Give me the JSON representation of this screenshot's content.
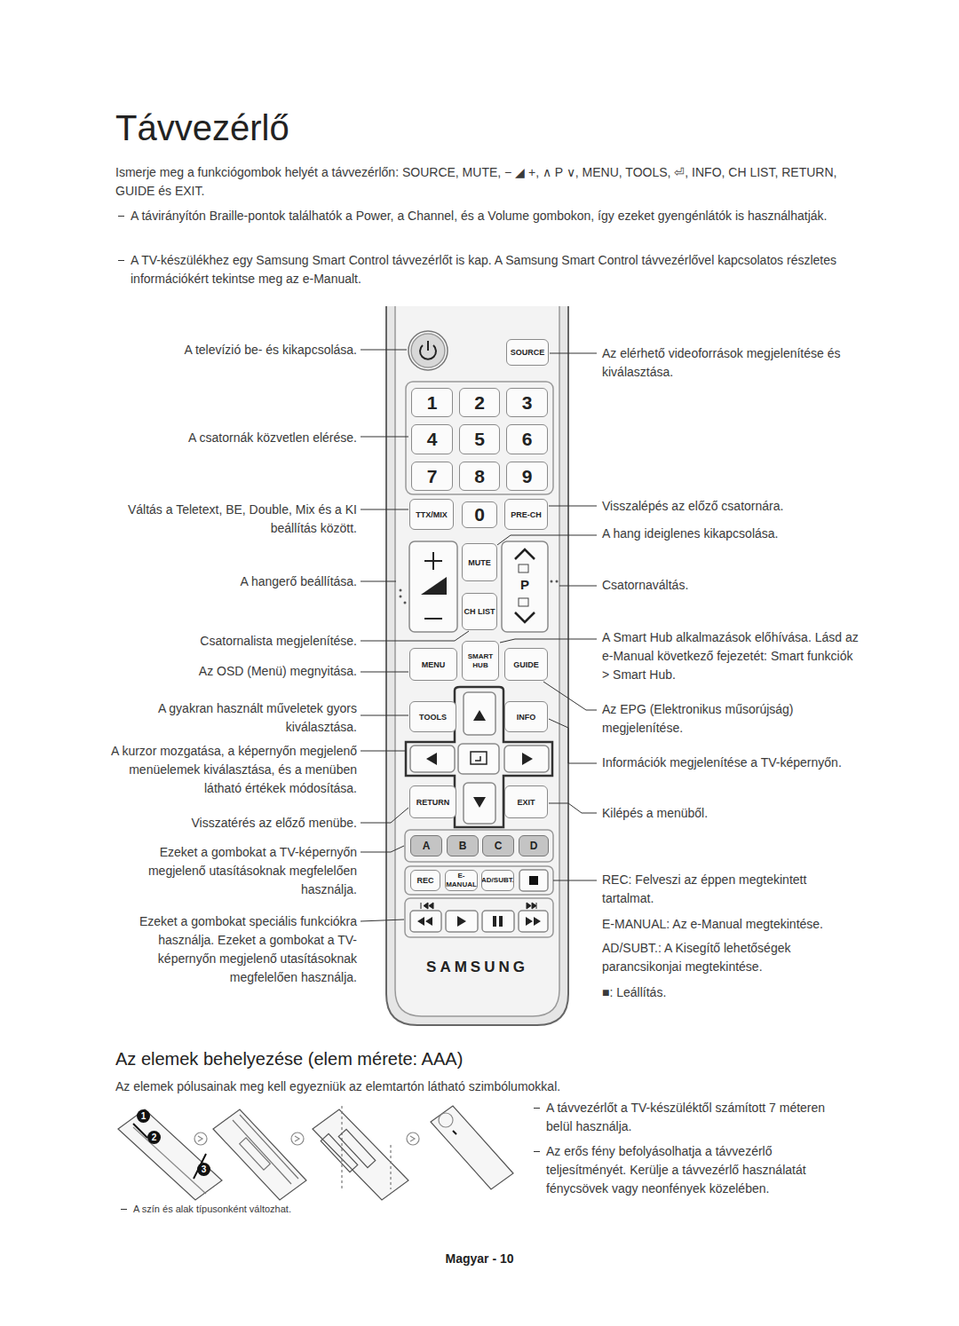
{
  "diagram": {
    "title": "Távvezérlő",
    "nodes": [
      {
        "text": [
          "SAMSUNG"
        ]
      },
      {
        "text": [
          "SOURCE"
        ],
        "in": 0
      },
      {
        "text": [
          "1"
        ],
        "in": 0
      },
      {
        "text": [
          "2"
        ],
        "in": 0
      },
      {
        "text": [
          "3"
        ],
        "in": 0
      },
      {
        "text": [
          "4"
        ],
        "in": 0
      },
      {
        "text": [
          "5"
        ],
        "in": 0
      },
      {
        "text": [
          "6"
        ],
        "in": 0
      },
      {
        "text": [
          "7"
        ],
        "in": 0
      },
      {
        "text": [
          "8"
        ],
        "in": 0
      },
      {
        "text": [
          "9"
        ],
        "in": 0
      },
      {
        "text": [
          "TTX/MIX"
        ],
        "in": 0
      },
      {
        "text": [
          "0"
        ],
        "in": 0
      },
      {
        "text": [
          "PRE-CH"
        ],
        "in": 0
      },
      {
        "text": [
          "MUTE"
        ],
        "in": 0
      },
      {
        "text": [
          "P"
        ],
        "in": 0
      },
      {
        "text": [
          "CH LIST"
        ],
        "in": 0
      },
      {
        "text": [
          "MENU"
        ],
        "in": 0
      },
      {
        "text": [
          "SMART HUB"
        ],
        "in": 0
      },
      {
        "text": [
          "GUIDE"
        ],
        "in": 0
      },
      {
        "text": [
          "TOOLS"
        ],
        "in": 0
      },
      {
        "text": [
          "INFO"
        ],
        "in": 0
      },
      {
        "text": [
          "RETURN"
        ],
        "in": 0
      },
      {
        "text": [
          "EXIT"
        ],
        "in": 0
      },
      {
        "text": [
          "A"
        ],
        "in": 0
      },
      {
        "text": [
          "B"
        ],
        "in": 0
      },
      {
        "text": [
          "C"
        ],
        "in": 0
      },
      {
        "text": [
          "D"
        ],
        "in": 0
      },
      {
        "text": [
          "REC"
        ],
        "in": 0
      },
      {
        "text": [
          "E-MANUAL"
        ],
        "in": 0
      },
      {
        "text": [
          "AD/SUBT."
        ],
        "in": 0
      }
    ],
    "labels": [
      "Ismerje meg a funkciógombok helyét a távvezérlőn: SOURCE, MUTE, − ◢ +, ∧ P ∨, MENU, TOOLS, ⏎, INFO, CH LIST, RETURN, GUIDE és EXIT.",
      "A távirányítón Braille-pontok találhatók a Power, a Channel, és a Volume gombokon, így ezeket gyengénlátók is használhatják.",
      "A TV-készülékhez egy Samsung Smart Control távvezérlőt is kap. A Samsung Smart Control távvezérlővel kapcsolatos részletes információkért tekintse meg az e-Manualt.",
      "A televízió be- és kikapcsolása.",
      "A csatornák közvetlen elérése.",
      "Váltás a Teletext, BE, Double, Mix és a KI beállítás között.",
      "A hangerő beállítása.",
      "Csatornalista megjelenítése.",
      "Az OSD (Menü) megnyitása.",
      "A gyakran használt műveletek gyors kiválasztása.",
      "A kurzor mozgatása, a képernyőn megjelenő menüelemek kiválasztása, és a menüben látható értékek módosítása.",
      "Visszatérés az előző menübe.",
      "Ezeket a gombokat a TV-képernyőn megjelenő utasításoknak megfelelően használja.",
      "Ezeket a gombokat speciális funkciókra használja. Ezeket a gombokat a TV-képernyőn megjelenő utasításoknak megfelelően használja.",
      "Az elérhető videoforrások megjelenítése és kiválasztása.",
      "Visszalépés az előző csatornára.",
      "A hang ideiglenes kikapcsolása.",
      "Csatornaváltás.",
      "A Smart Hub alkalmazások előhívása. Lásd az e-Manual következő fejezetét: Smart funkciók > Smart Hub.",
      "Az EPG (Elektronikus műsorújság) megjelenítése.",
      "Információk megjelenítése a TV-képernyőn.",
      "Kilépés a menüből.",
      "REC: Felveszi az éppen megtekintett tartalmat.",
      "E-MANUAL: Az e-Manual megtekintése.",
      "AD/SUBT.: A Kisegítő lehetőségek parancsikonjai megtekintése.",
      "■: Leállítás.",
      "Az elemek behelyezése (elem mérete: AAA)",
      "Az elemek pólusainak meg kell egyezniük az elemtartón látható szimbólumokkal.",
      "1",
      "2",
      "3",
      "A távvezérlőt a TV-készüléktől számított 7 méteren belül használja.",
      "Az erős fény befolyásolhatja a távvezérlő teljesítményét. Kerülje a távvezérlő használatát fénycsövek vagy neonfények közelében.",
      "A szín és alak típusonként változhat.",
      "Magyar - 10"
    ]
  }
}
